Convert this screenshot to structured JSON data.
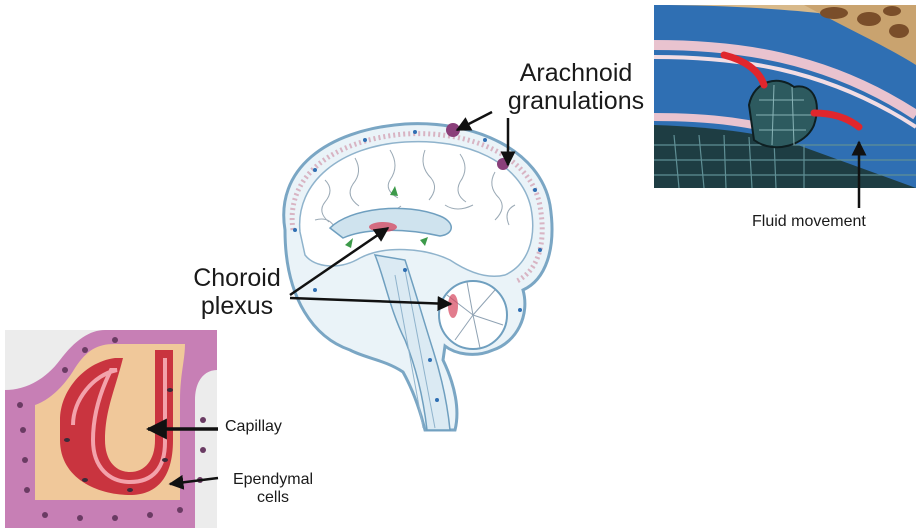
{
  "labels": {
    "arachnoid_line1": "Arachnoid",
    "arachnoid_line2": "granulations",
    "choroid_line1": "Choroid",
    "choroid_line2": "plexus",
    "capillay": "Capillay",
    "ependymal_line1": "Ependymal",
    "ependymal_line2": "cells",
    "fluid_movement": "Fluid movement"
  },
  "colors": {
    "csf_blue": "#2f6fb3",
    "ventricle_blue": "#cfe3ee",
    "meninges_pink": "#e9c3cf",
    "plexus_red": "#d6445c",
    "capillary_red": "#c9343f",
    "capillary_core": "#f0c89a",
    "ependymal_purple": "#c77fb5",
    "tissue_grey": "#2f4d4f",
    "outline": "#7aa6c4"
  }
}
